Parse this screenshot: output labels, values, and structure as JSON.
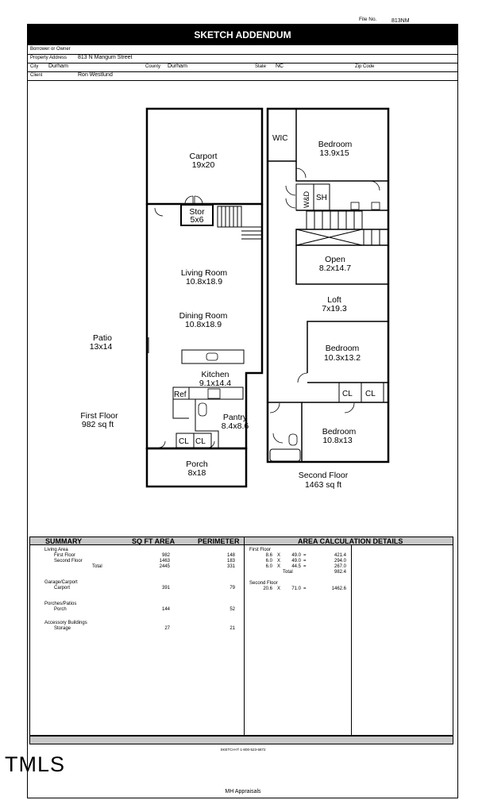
{
  "header": {
    "file_no_label": "File No.",
    "file_no": "813NM",
    "title": "SKETCH ADDENDUM",
    "borrower_label": "Borrower or Owner",
    "borrower": "",
    "property_address_label": "Property Address",
    "property_address": "813 N Mangum Street",
    "city_label": "City",
    "city": "Durham",
    "county_label": "County",
    "county": "Durham",
    "state_label": "State",
    "state": "NC",
    "zip_label": "Zip Code",
    "zip": "",
    "client_label": "Client",
    "client": "Ron Westlund"
  },
  "plan": {
    "first_floor": {
      "label": "First Floor",
      "area": "982 sq ft",
      "rooms": [
        {
          "name": "Carport",
          "dims": "19x20"
        },
        {
          "name": "Stor",
          "dims": "5x6"
        },
        {
          "name": "Living Room",
          "dims": "10.8x18.9"
        },
        {
          "name": "Dining Room",
          "dims": "10.8x18.9"
        },
        {
          "name": "Kitchen",
          "dims": "9.1x14.4"
        },
        {
          "name": "Pantry",
          "dims": "8.4x8.6"
        },
        {
          "name": "Porch",
          "dims": "8x18"
        },
        {
          "name": "Patio",
          "dims": "13x14"
        }
      ],
      "fixtures": {
        "ref": "Ref",
        "closet": "CL"
      }
    },
    "second_floor": {
      "label": "Second Floor",
      "area": "1463 sq ft",
      "rooms": [
        {
          "name": "Bedroom",
          "dims": "13.9x15"
        },
        {
          "name": "Open",
          "dims": "8.2x14.7"
        },
        {
          "name": "Loft",
          "dims": "7x19.3"
        },
        {
          "name": "Bedroom",
          "dims": "10.3x13.2"
        },
        {
          "name": "Bedroom",
          "dims": "10.8x13"
        }
      ],
      "fixtures": {
        "wic": "WIC",
        "wd": "W&D",
        "sh": "SH",
        "closet": "CL"
      }
    }
  },
  "summary": {
    "headers": {
      "summary": "SUMMARY",
      "sqft": "SQ FT AREA",
      "perimeter": "PERIMETER",
      "details": "AREA CALCULATION DETAILS"
    },
    "groups": [
      {
        "title": "Living Area",
        "rows": [
          {
            "label": "First Floor",
            "area": "982",
            "perimeter": "148"
          },
          {
            "label": "Second Floor",
            "area": "1463",
            "perimeter": "183"
          },
          {
            "label": "Total",
            "area": "2445",
            "perimeter": "331"
          }
        ]
      },
      {
        "title": "Garage/Carport",
        "rows": [
          {
            "label": "Carport",
            "area": "391",
            "perimeter": "79"
          }
        ]
      },
      {
        "title": "Porches/Patios",
        "rows": [
          {
            "label": "Porch",
            "area": "144",
            "perimeter": "52"
          }
        ]
      },
      {
        "title": "Accessory Buildings",
        "rows": [
          {
            "label": "Storage",
            "area": "27",
            "perimeter": "21"
          }
        ]
      }
    ],
    "calc": [
      {
        "title": "First Floor",
        "rows": [
          {
            "a": "8.6",
            "x": "X",
            "b": "49.0",
            "eq": "=",
            "r": "421.4"
          },
          {
            "a": "6.0",
            "x": "X",
            "b": "49.0",
            "eq": "=",
            "r": "294.0"
          },
          {
            "a": "6.0",
            "x": "X",
            "b": "44.5",
            "eq": "=",
            "r": "267.0"
          }
        ],
        "total_label": "Total",
        "total": "982.4"
      },
      {
        "title": "Second Floor",
        "rows": [
          {
            "a": "20.6",
            "x": "X",
            "b": "71.0",
            "eq": "=",
            "r": "1462.6"
          }
        ]
      }
    ]
  },
  "footer": {
    "sketchit": "SKETCH-IT 1-800-523-6872",
    "tmls": "TMLS",
    "company": "MH Appraisals"
  }
}
